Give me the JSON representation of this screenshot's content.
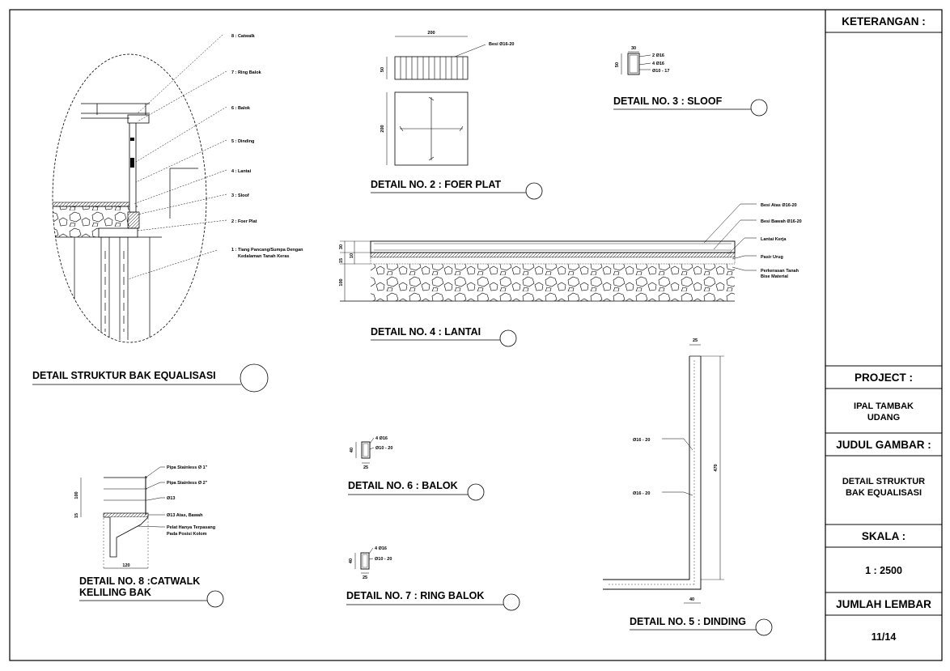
{
  "title_block": {
    "keterangan": "KETERANGAN :",
    "project_label": "PROJECT :",
    "project_line1": "IPAL TAMBAK",
    "project_line2": "UDANG",
    "judul_label": "JUDUL GAMBAR :",
    "judul_line1": "DETAIL STRUKTUR",
    "judul_line2": "BAK EQUALISASI",
    "skala_label": "SKALA :",
    "skala_value": "1 : 2500",
    "jumlah_label": "JUMLAH LEMBAR",
    "jumlah_value": "11/14"
  },
  "main_detail": {
    "title": "DETAIL STRUKTUR BAK EQUALISASI",
    "labels": [
      "8 : Catwalk",
      "7 : Ring Balok",
      "6 : Balok",
      "5 : Dinding",
      "4 : Lantai",
      "3 : Sloof",
      "2 : Foer Plat",
      "1 : Tiang Pancang/Sumpa Dengan"
    ],
    "label_1_line2": "Kedalaman Tanah Keras"
  },
  "detail2": {
    "title": "DETAIL NO. 2 : FOER PLAT",
    "dim_width": "200",
    "dim_top": "50",
    "dim_side": "200",
    "callout": "Besi Ø16-20"
  },
  "detail3": {
    "title": "DETAIL NO. 3 : SLOOF",
    "dim_width": "30",
    "dim_height": "50",
    "callouts": [
      "2 Ø16",
      "4 Ø16",
      "Ø10 - 17"
    ]
  },
  "detail4": {
    "title": "DETAIL NO. 4 : LANTAI",
    "callouts": [
      "Besi Atas Ø16-20",
      "Besi Bawah Ø16-20",
      "Lantai Kerja",
      "Pasir Urug",
      "Perkerasan Tanah"
    ],
    "callout_last_line2": "Bise Material",
    "dims": [
      "30",
      "10",
      "15",
      "100"
    ]
  },
  "detail5": {
    "title": "DETAIL NO. 5 : DINDING",
    "dim_top": "25",
    "dim_height": "470",
    "dim_bottom": "40",
    "callouts": [
      "Ø16 - 20",
      "Ø16 - 20"
    ]
  },
  "detail6": {
    "title": "DETAIL NO. 6 : BALOK",
    "callouts": [
      "4 Ø16",
      "Ø10 - 20"
    ],
    "dim_height": "40",
    "dim_width": "25"
  },
  "detail7": {
    "title": "DETAIL NO. 7 : RING BALOK",
    "callouts": [
      "4 Ø16",
      "Ø10 - 20"
    ],
    "dim_height": "40",
    "dim_width": "25"
  },
  "detail8": {
    "title_line1": "DETAIL NO. 8 :CATWALK",
    "title_line2": "KELILING BAK",
    "callouts": [
      "Pipa Stainless Ø 1\"",
      "Pipa Stainless Ø 2\"",
      "Ø13",
      "Ø13 Atas, Bawah",
      "Pelat Hanya Terpasang"
    ],
    "callout_last_line2": "Pada Posisi Kolom",
    "dim_height": "100",
    "dim_slab": "15",
    "dim_width": "120"
  }
}
